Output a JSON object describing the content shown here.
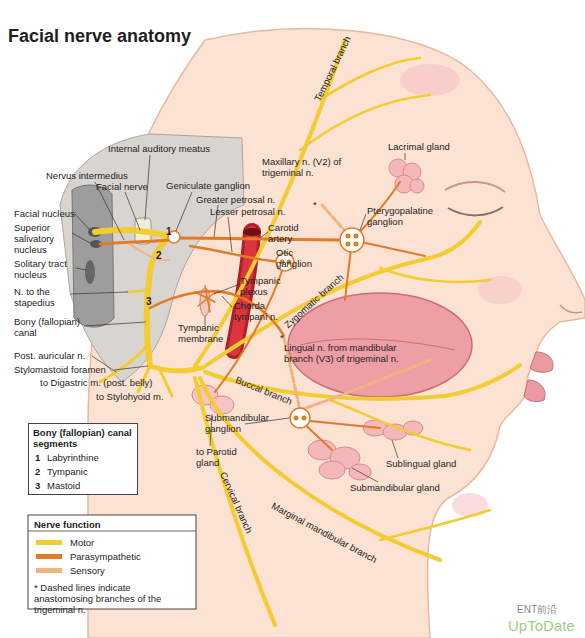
{
  "diagram": {
    "title": "Facial nerve anatomy",
    "nodes": [
      {
        "text": [
          "Bony (fallopian) canal segments",
          "1",
          "Labyrinthine",
          "2",
          "Tympanic",
          "3",
          "Mastoid"
        ]
      }
    ],
    "labels": [
      "Internal auditory meatus",
      "Geniculate ganglion",
      "Maxillary n. (V2) of trigeminal n.",
      "*",
      "Temporal branch",
      "Lacrimal gland",
      "Nervus intermedius",
      "Facial nerve",
      "Greater petrosal n.",
      "Lesser petrosal n.",
      "Pterygopalatine ganglion",
      "Facial nucleus",
      "Superior salivatory nucleus",
      "Carotid artery",
      "1",
      "2",
      "Solitary tract nucleus",
      "Otic ganglion",
      "N. to the stapedius",
      "Tympanic plexus",
      "3",
      "Chorda tympani n.",
      "Zygomatic branch",
      "Bony (fallopian) canal",
      "Tympanic membrane",
      "*",
      "Lingual n. from mandibular branch (V3) of trigeminal n.",
      "Post. auricular n.",
      "Stylomastoid foramen",
      "to Digastric m. (post. belly)",
      "to Stylohyoid m.",
      "Buccal branch",
      "Submandibular ganglion",
      "to Parotid gland",
      "Cervical branch",
      "Sublingual gland",
      "Submandibular gland",
      "Marginal mandibular branch",
      "Nerve function",
      "* Dashed lines indicate anastomosing branches of the trigeminal n.",
      "ENT前沿",
      "UpToDate"
    ],
    "legend": [
      {
        "text": "Motor",
        "color": "#f2cc30"
      },
      {
        "text": "Parasympathetic",
        "color": "#e27b26"
      },
      {
        "text": "Sensory",
        "color": "#efb47f"
      }
    ]
  }
}
